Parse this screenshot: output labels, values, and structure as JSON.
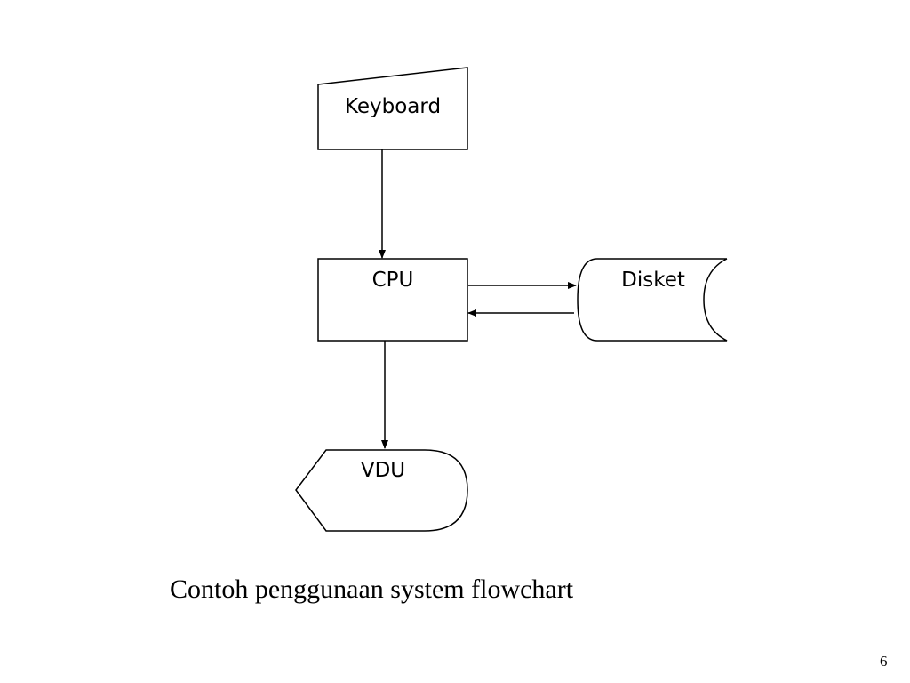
{
  "diagram": {
    "nodes": {
      "keyboard": {
        "label": "Keyboard",
        "shape": "manual-input"
      },
      "cpu": {
        "label": "CPU",
        "shape": "process"
      },
      "disket": {
        "label": "Disket",
        "shape": "stored-data"
      },
      "vdu": {
        "label": "VDU",
        "shape": "display"
      }
    },
    "edges": [
      {
        "from": "keyboard",
        "to": "cpu"
      },
      {
        "from": "cpu",
        "to": "disket"
      },
      {
        "from": "disket",
        "to": "cpu"
      },
      {
        "from": "cpu",
        "to": "vdu"
      }
    ]
  },
  "caption": "Contoh penggunaan system flowchart",
  "page_number": "6",
  "colors": {
    "stroke": "#000000",
    "background": "#ffffff"
  }
}
